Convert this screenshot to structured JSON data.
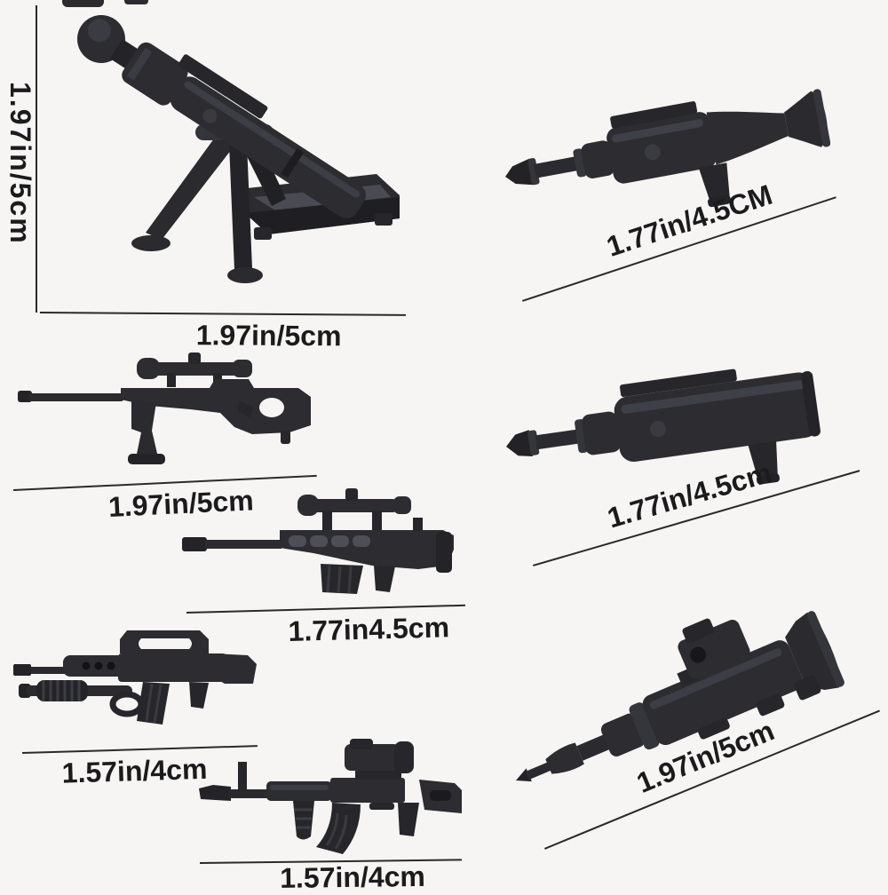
{
  "page": {
    "background": "#f6f5f3",
    "ink": "#1b1b1d",
    "line_color": "#2a2a2a",
    "weapon_dark": "#232328",
    "weapon_base": "#2c2c31",
    "weapon_light": "#3d3d45"
  },
  "dims": {
    "mortar_height": "1.97in/5cm",
    "mortar_width": "1.97in/5cm",
    "rpg_length": "1.77in/4.5CM",
    "sniper_length": "1.97in/5cm",
    "bazooka_length": "1.77in/4.5cm",
    "heavy_sniper_length": "1.77in4.5cm",
    "assault_rifle_length": "1.57in/4cm",
    "ak_rifle_length": "1.57in/4cm",
    "missile_launcher_length": "1.97in/5cm"
  }
}
